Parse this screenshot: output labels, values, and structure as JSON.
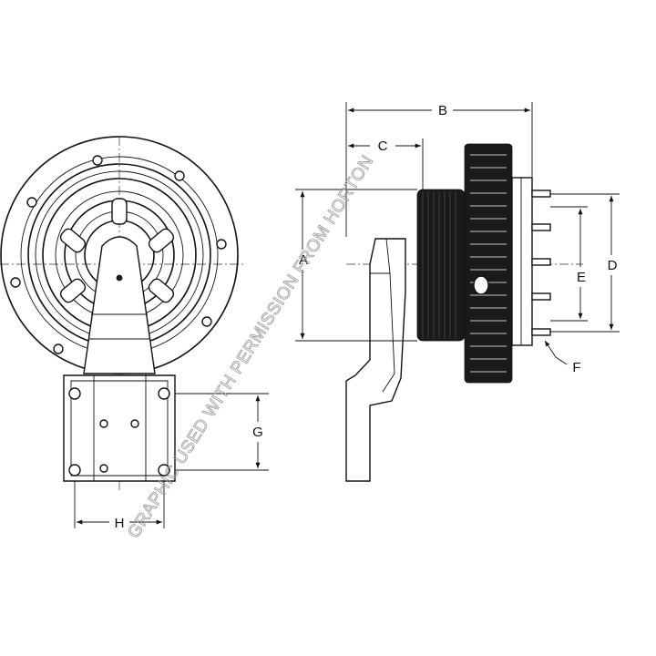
{
  "labels": {
    "A": "A",
    "B": "B",
    "C": "C",
    "D": "D",
    "E": "E",
    "F": "F",
    "G": "G",
    "H": "H"
  },
  "watermark": "GRAPHIC USED WITH PERMISSION FROM HORTON",
  "colors": {
    "ink": "#111111",
    "watermark": "#9a9a9a",
    "background": "#ffffff"
  }
}
